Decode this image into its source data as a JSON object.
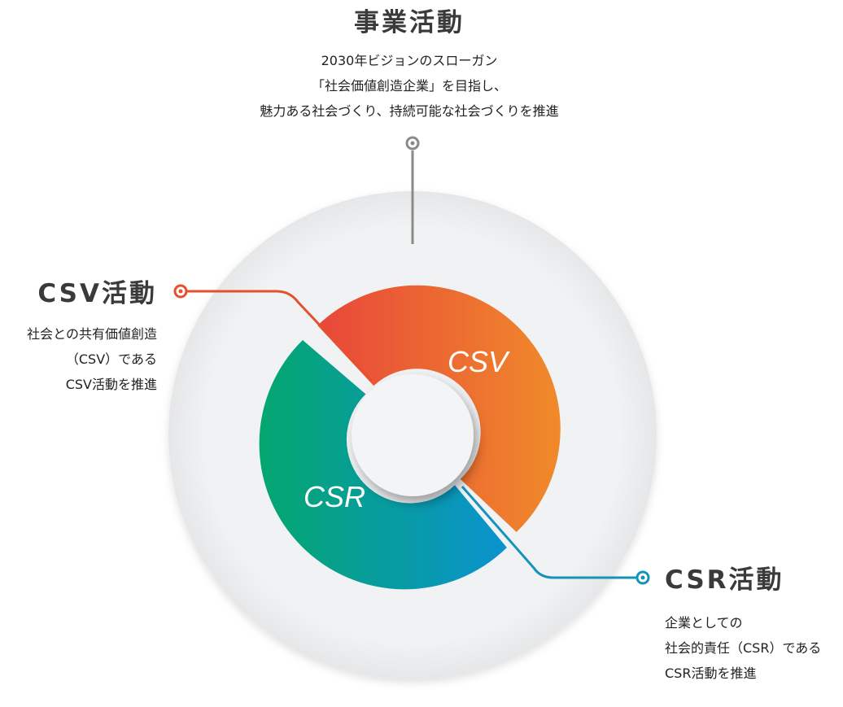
{
  "business": {
    "title": "事業活動",
    "lines": [
      "2030年ビジョンのスローガン",
      "「社会価値創造企業」を目指し、",
      "魅力ある社会づくり、持続可能な社会づくりを推進"
    ]
  },
  "csv": {
    "title": "CSV活動",
    "segment_label": "CSV",
    "lines": [
      "社会との共有価値創造",
      "（CSV）である",
      "CSV活動を推進"
    ]
  },
  "csr": {
    "title": "CSR活動",
    "segment_label": "CSR",
    "lines": [
      "企業としての",
      "社会的責任（CSR）である",
      "CSR活動を推進"
    ]
  },
  "colors": {
    "csv_gradient_start": "#e8473a",
    "csv_gradient_end": "#f08a2a",
    "csr_gradient_start": "#04a66e",
    "csr_gradient_end": "#0a93cf",
    "outer_circle": "#f0f1f2",
    "business_connector": "#8a8a8a",
    "csv_connector": "#e5502f",
    "csr_connector": "#1593b8"
  }
}
